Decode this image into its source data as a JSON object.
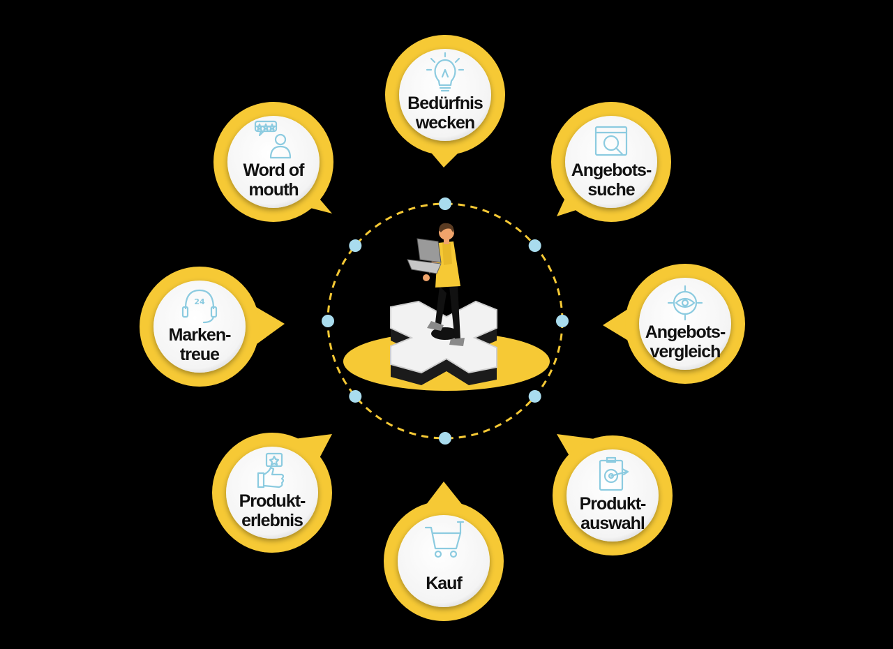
{
  "colors": {
    "background": "#000000",
    "accent_yellow": "#f6c935",
    "bubble_white": "#ffffff",
    "icon_blue": "#8ccbe0",
    "dot_blue": "#a9dcee",
    "text": "#111111"
  },
  "steps": [
    {
      "id": "beduerfnis",
      "lines": [
        "Bedürfnis",
        "wecken"
      ],
      "icon": "lightbulb-icon"
    },
    {
      "id": "angebotssuche",
      "lines": [
        "Angebots-",
        "suche"
      ],
      "icon": "magnifier-browser-icon"
    },
    {
      "id": "angebotsvergleich",
      "lines": [
        "Angebots-",
        "vergleich"
      ],
      "icon": "target-eye-icon"
    },
    {
      "id": "produktauswahl",
      "lines": [
        "Produkt-",
        "auswahl"
      ],
      "icon": "clipboard-target-icon"
    },
    {
      "id": "kauf",
      "lines": [
        "Kauf"
      ],
      "icon": "shopping-cart-icon"
    },
    {
      "id": "produkterlebnis",
      "lines": [
        "Produkt-",
        "erlebnis"
      ],
      "icon": "thumbs-up-star-icon"
    },
    {
      "id": "markentreue",
      "lines": [
        "Marken-",
        "treue"
      ],
      "icon": "headset-24-icon"
    },
    {
      "id": "word_of_mouth",
      "lines": [
        "Word of",
        "mouth"
      ],
      "icon": "person-rating-icon"
    }
  ],
  "center": {
    "figure": "person-with-laptop-illustration",
    "platform": "x-logo-platform-icon"
  }
}
